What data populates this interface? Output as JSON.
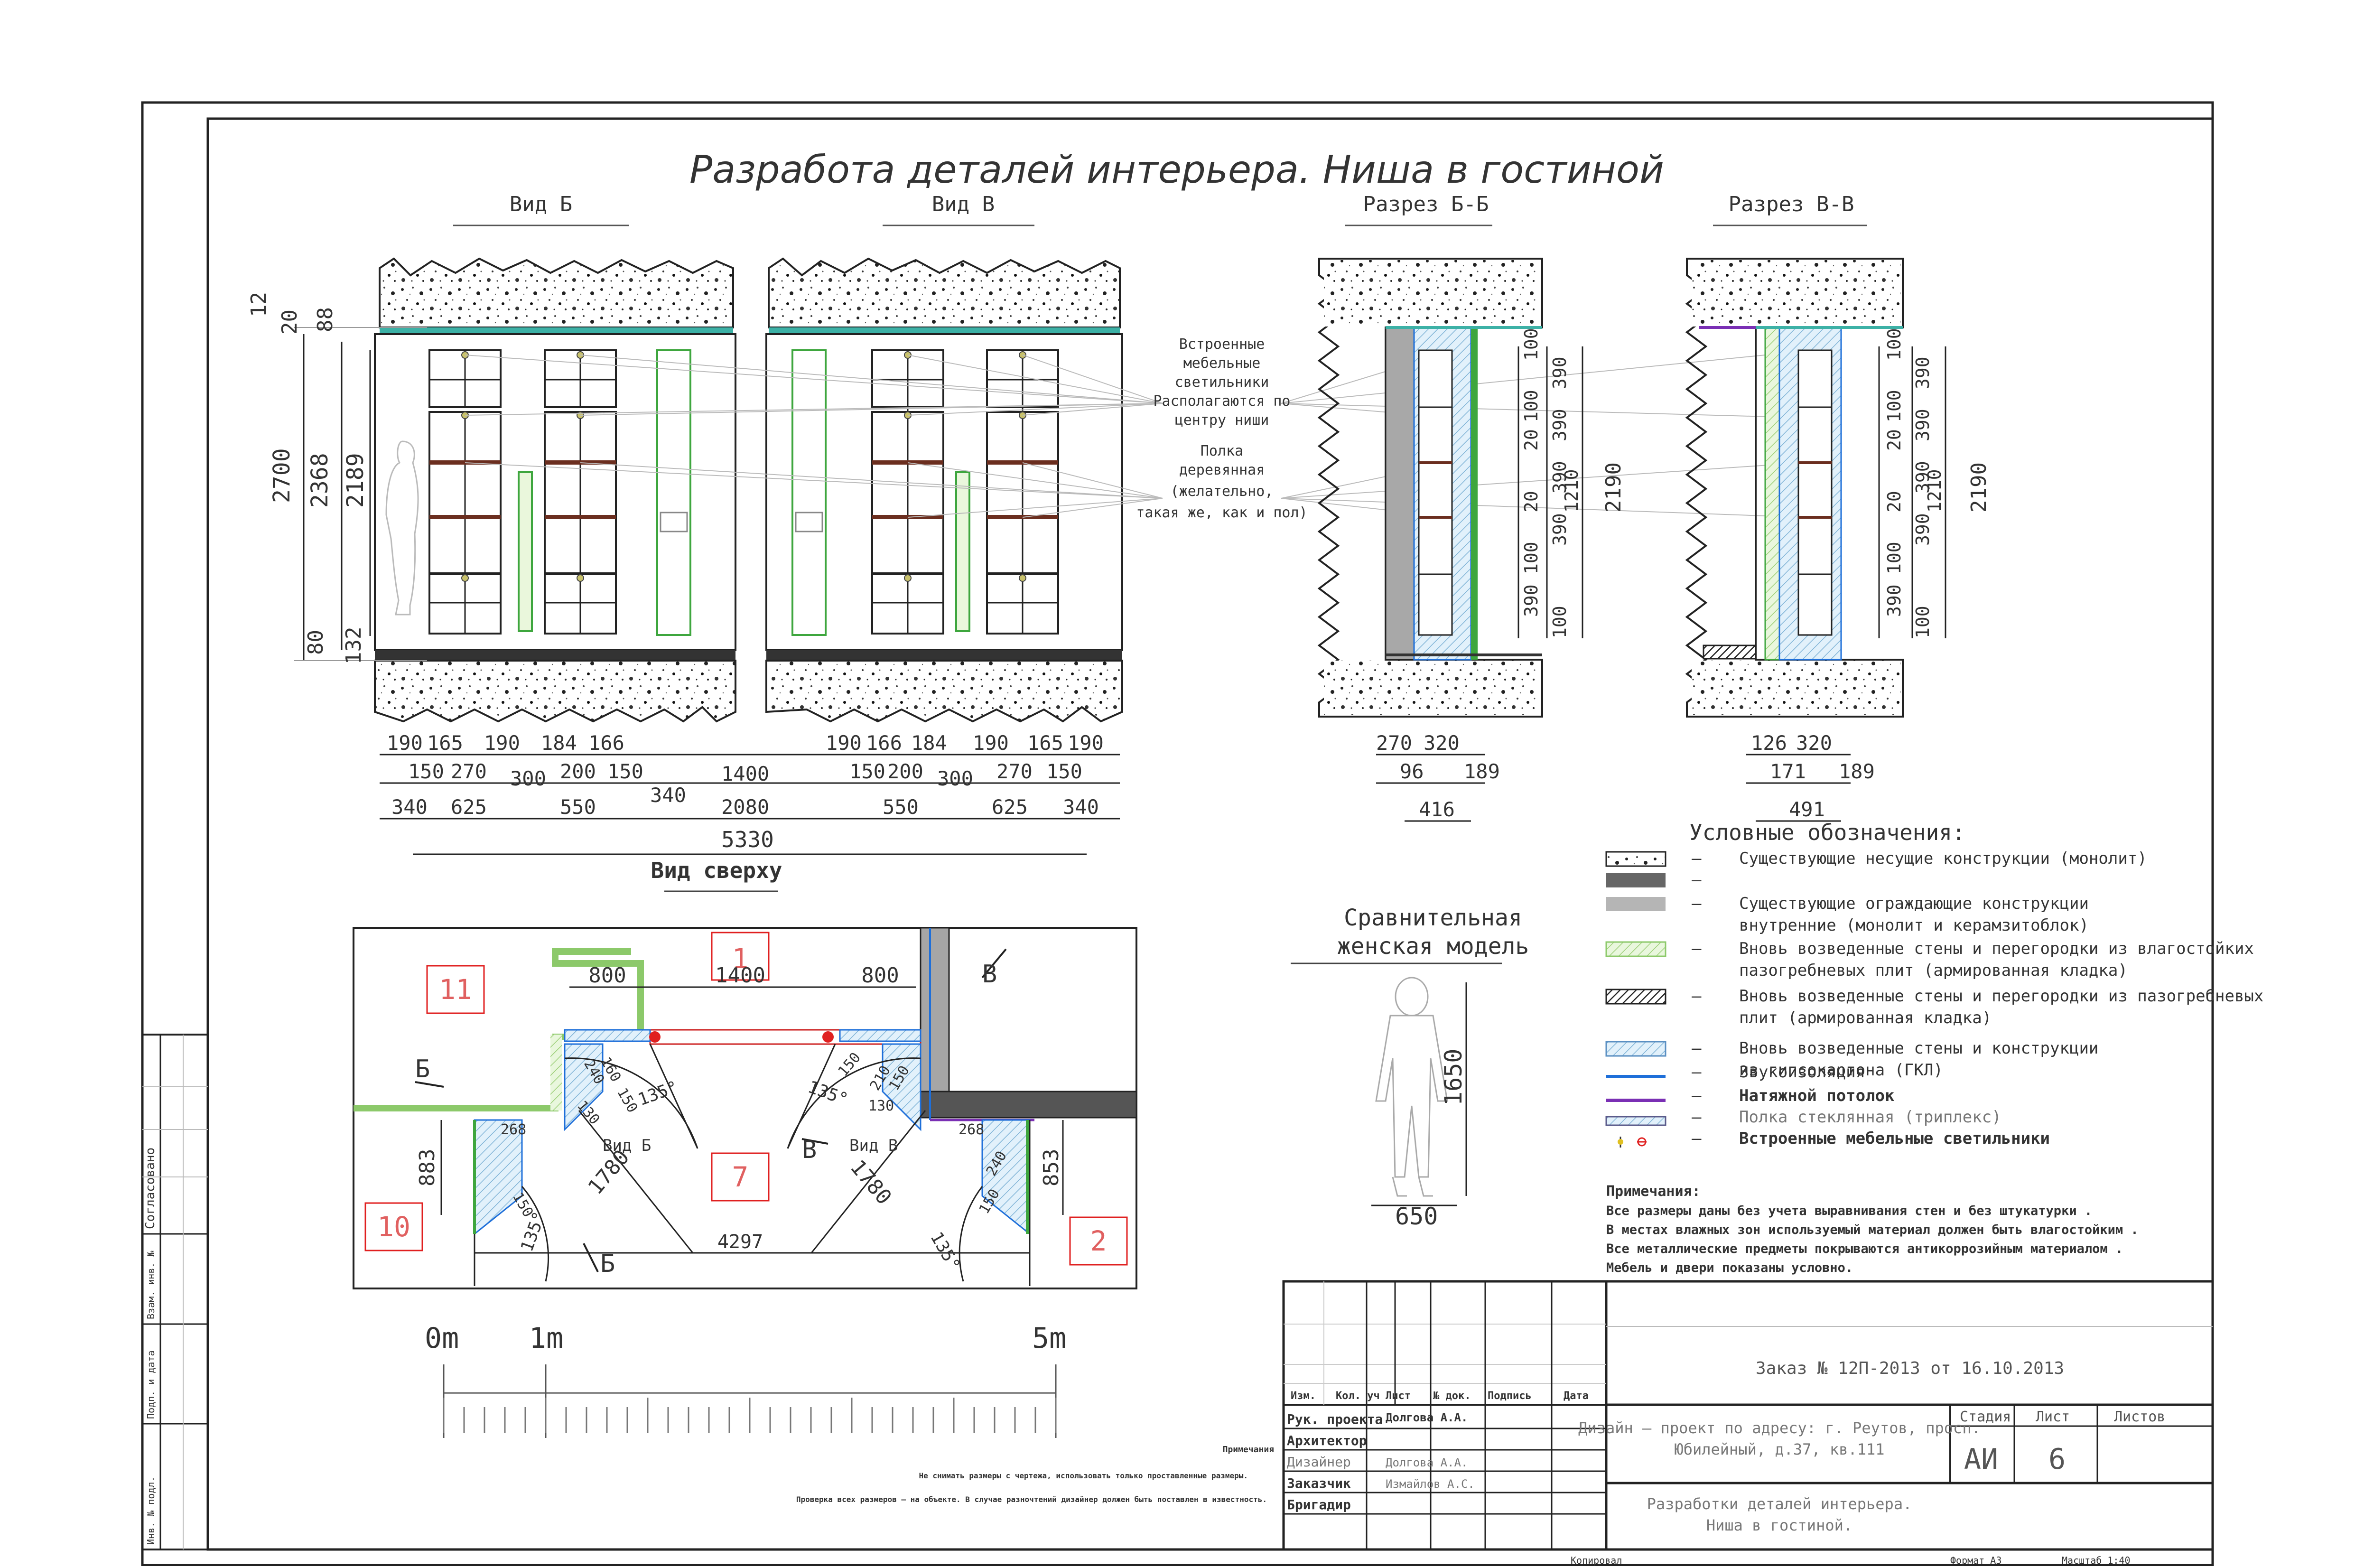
{
  "sheet": {
    "title": "Разработа деталей интерьера. Ниша в гостиной",
    "views": {
      "view_b": "Вид Б",
      "view_v": "Вид В",
      "section_bb": "Разрез Б-Б",
      "section_vv": "Разрез В-В",
      "top_view": "Вид сверху"
    },
    "callouts": {
      "lights": [
        "Встроенные",
        "мебельные",
        "светильники",
        "Располагаются по",
        "центру ниши"
      ],
      "shelf": [
        "Полка",
        "деревянная",
        "(желательно,",
        "такая же, как и пол)"
      ]
    },
    "vertical_dims": {
      "left": [
        "12",
        "20",
        "88",
        "2700",
        "2368",
        "2189",
        "80",
        "132"
      ],
      "section_bb": [
        "100",
        "390",
        "100",
        "20",
        "390",
        "390",
        "20",
        "390",
        "100",
        "390",
        "100",
        "1210",
        "2190"
      ],
      "section_vv": [
        "100",
        "390",
        "100",
        "20",
        "390",
        "390",
        "20",
        "390",
        "100",
        "390",
        "100",
        "1210",
        "2190"
      ]
    },
    "horizontal_dims": {
      "row1_left": [
        "190",
        "165",
        "190",
        "184",
        "166"
      ],
      "row2_left": [
        "150",
        "270",
        "300",
        "200",
        "150"
      ],
      "row1_right": [
        "190",
        "166",
        "184",
        "190",
        "165",
        "190"
      ],
      "row2_right": [
        "150",
        "200",
        "300",
        "270",
        "150"
      ],
      "row3": [
        "340",
        "625",
        "550",
        "340",
        "2080",
        "550",
        "625",
        "340"
      ],
      "center_1400": "1400",
      "total": "5330",
      "bb": [
        "270",
        "320",
        "96",
        "189",
        "416"
      ],
      "vv": [
        "126",
        "320",
        "171",
        "189",
        "491"
      ]
    },
    "plan": {
      "rooms": [
        "1",
        "11",
        "10",
        "7",
        "2"
      ],
      "dims": [
        "800",
        "1400",
        "800",
        "883",
        "853",
        "1780",
        "1780",
        "4297",
        "135°",
        "135°",
        "135°",
        "135°"
      ],
      "view_labels": [
        "Вид Б",
        "Вид В"
      ],
      "markers": [
        "Б",
        "Б",
        "В",
        "В"
      ],
      "local_dims": [
        "130",
        "240",
        "160",
        "150",
        "268",
        "150",
        "150",
        "268",
        "240",
        "150",
        "130",
        "210",
        "150"
      ]
    },
    "scale_bar": {
      "labels": [
        "0m",
        "1m",
        "5m"
      ]
    },
    "model": {
      "caption": [
        "Сравнительная",
        "женская модель"
      ],
      "height": "1650",
      "width": "650"
    },
    "legend": {
      "title": "Условные обозначения:",
      "items": [
        {
          "lines": [
            "Существующие несущие конструкции (монолит)"
          ],
          "swatch": "concrete"
        },
        {
          "lines": [
            ""
          ],
          "swatch": "dark"
        },
        {
          "lines": [
            "Существующие ограждающие конструкции",
            "внутренние (монолит и керамзитоблок)"
          ],
          "swatch": "grey"
        },
        {
          "lines": [
            "Вновь возведенные стены и перегородки из влагостойких",
            "пазогребневых плит (армированная кладка)"
          ],
          "swatch": "greenhatch"
        },
        {
          "lines": [
            "Вновь возведенные стены и перегородки из пазогребневых",
            "плит (армированная кладка)"
          ],
          "swatch": "blackhatch"
        },
        {
          "lines": [
            "Вновь возведенные стены и конструкции",
            "из гипсокартона (ГКЛ)"
          ],
          "swatch": "bluehatch"
        },
        {
          "lines": [
            "Звукоизоляция"
          ],
          "swatch": "blueline"
        },
        {
          "lines": [
            "Натяжной потолок"
          ],
          "swatch": "purpleline"
        },
        {
          "lines": [
            "Полка стеклянная (триплекс)"
          ],
          "swatch": "hatchline"
        },
        {
          "lines": [
            "Встроенные мебельные светильники"
          ],
          "swatch": "lights"
        }
      ],
      "dash": "–"
    },
    "notes": {
      "title": "Примечания:",
      "lines": [
        "Все размеры даны без учета выравнивания стен и без штукатурки .",
        "В местах влажных зон используемый материал должен быть влагостойким .",
        "Все металлические предметы покрываются антикоррозийным материалом .",
        "Мебель и двери показаны условно."
      ]
    },
    "bottom_notes": {
      "title": "Примечания",
      "lines": [
        "Не снимать размеры с чертежа, использовать только проставленные размеры.",
        "Проверка всех размеров – на объекте. В случае разночтений дизайнер должен быть поставлен в известность."
      ]
    },
    "side_stamp": [
      "Согласовано",
      "Взам. инв. №",
      "Подп. и дата",
      "Инв. № подл."
    ],
    "title_block": {
      "order": "Заказ № 12П-2013 от 16.10.2013",
      "headers": [
        "Изм.",
        "Кол. уч",
        "Лист",
        "№ док.",
        "Подпись",
        "Дата"
      ],
      "roles": [
        "Рук. проекта",
        "Архитектор",
        "Дизайнер",
        "Заказчик",
        "Бригадир"
      ],
      "names": [
        "Долгова А.А.",
        "",
        "Долгова А.А.",
        "Измайлов А.С.",
        ""
      ],
      "project": [
        "Дизайн – проект по адресу: г. Реутов, просп.",
        "Юбилейный, д.37, кв.111"
      ],
      "sheet_name": [
        "Разработки деталей интерьера.",
        "Ниша в гостиной."
      ],
      "stage_label": "Стадия",
      "sheet_label": "Лист",
      "sheets_label": "Листов",
      "stage": "АИ",
      "sheet_no": "6",
      "copied": "Копировал",
      "format": "Формат A3",
      "scale": "Масштаб 1:40"
    }
  }
}
